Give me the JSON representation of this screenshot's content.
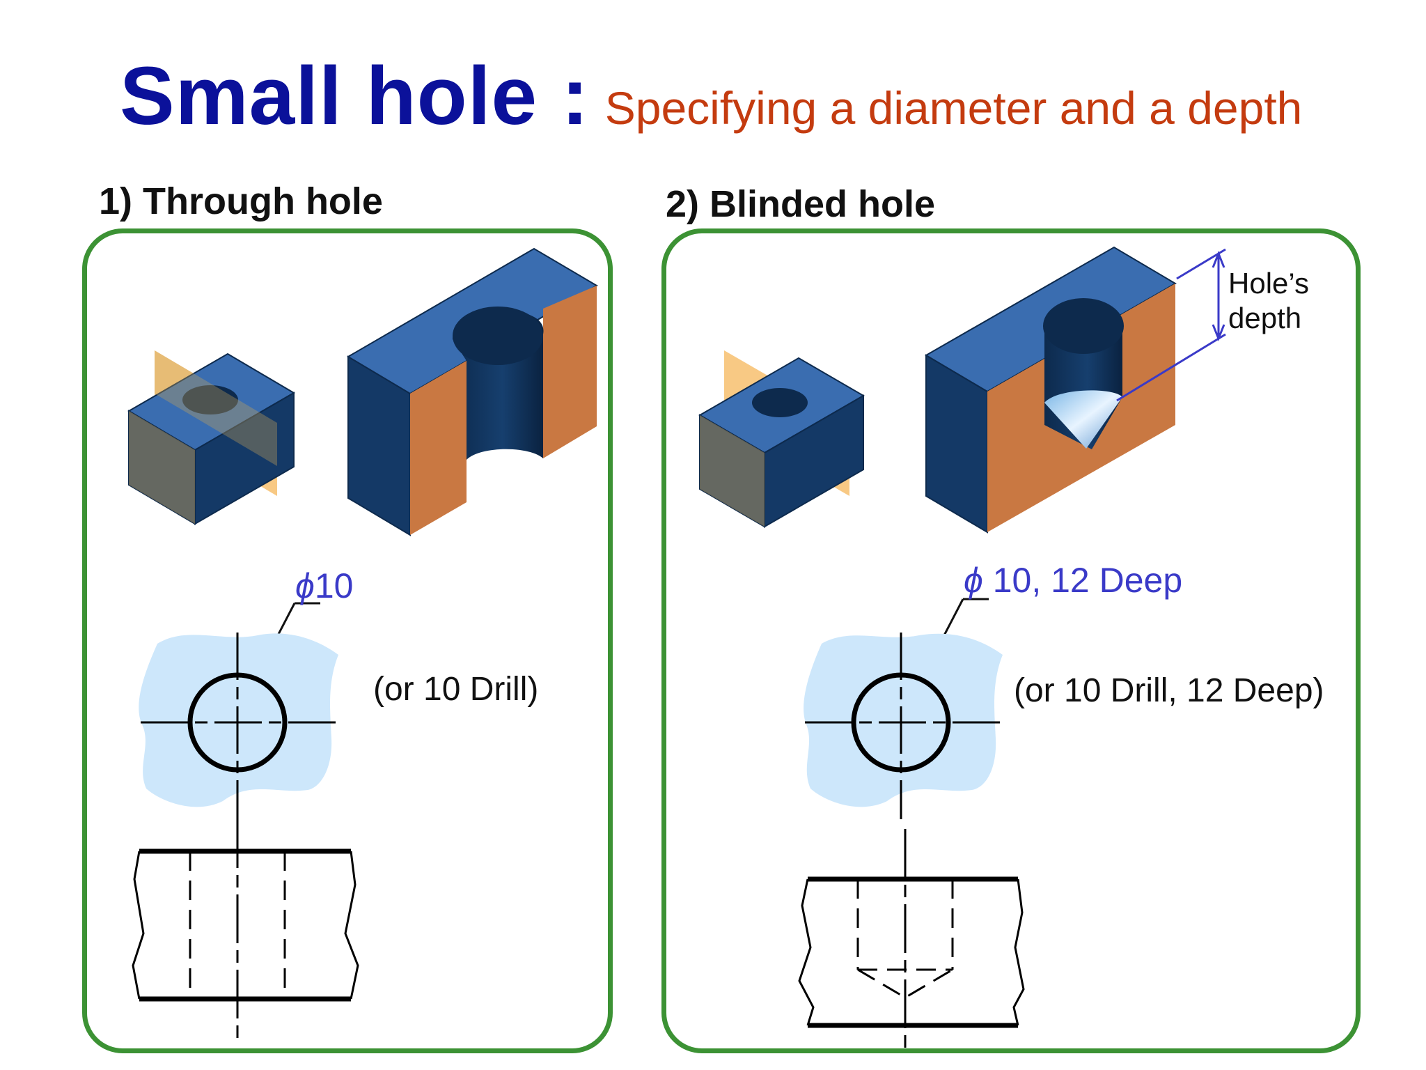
{
  "title": {
    "main": "Small hole :",
    "subtitle": "Specifying a diameter and a depth"
  },
  "sections": [
    {
      "heading": "1) Through hole",
      "callout_symbol": "ϕ",
      "callout_value": "10",
      "alt_note": "(or 10 Drill)"
    },
    {
      "heading": "2) Blinded hole",
      "callout_symbol": "ϕ",
      "callout_value": " 10, 12 Deep",
      "alt_note": "(or 10 Drill, 12 Deep)",
      "depth_label_line1": "Hole’s",
      "depth_label_line2": "depth"
    }
  ],
  "colors": {
    "title_blue": "#0b119a",
    "subtitle_red": "#c43b0f",
    "panel_border": "#3c9234",
    "annotation_blue": "#3a3ac8",
    "block_top": "#3a6db0",
    "block_front": "#143966",
    "cut_face": "#c97842",
    "section_plane": "#f7bf6e",
    "surface_fill": "#cde7fb"
  }
}
